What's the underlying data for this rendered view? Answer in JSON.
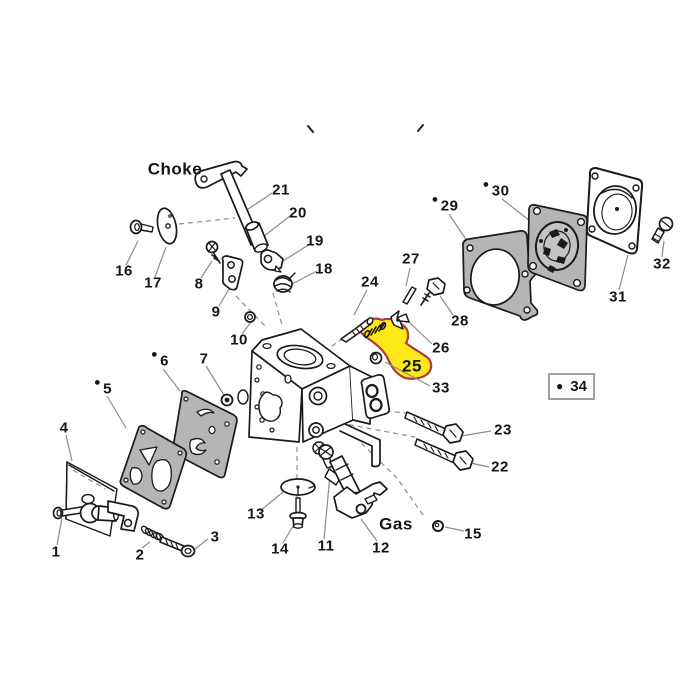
{
  "kit_marker": "●",
  "highlighted_part": "25",
  "text_labels": {
    "choke": "Choke",
    "gas": "Gas"
  },
  "part_numbers": {
    "p1": "1",
    "p2": "2",
    "p3": "3",
    "p4": "4",
    "p5": "5",
    "p6": "6",
    "p7": "7",
    "p8": "8",
    "p9": "9",
    "p10": "10",
    "p11": "11",
    "p12": "12",
    "p13": "13",
    "p14": "14",
    "p15": "15",
    "p16": "16",
    "p17": "17",
    "p18": "18",
    "p19": "19",
    "p20": "20",
    "p21": "21",
    "p22": "22",
    "p23": "23",
    "p24": "24",
    "p25": "25",
    "p26": "26",
    "p27": "27",
    "p28": "28",
    "p29": "29",
    "p30": "30",
    "p31": "31",
    "p32": "32",
    "p33": "33",
    "p34": "34"
  },
  "kit_marked_parts": [
    "5",
    "6",
    "29",
    "30",
    "34"
  ],
  "colors": {
    "background": "#ffffff",
    "line_black": "#1a1a1a",
    "leader_gray": "#8c8c8c",
    "gasket_fill": "#b5b5b5",
    "highlight_fill": "#ffe81a",
    "highlight_outline": "#ab3a42",
    "text_color": "#151515"
  }
}
